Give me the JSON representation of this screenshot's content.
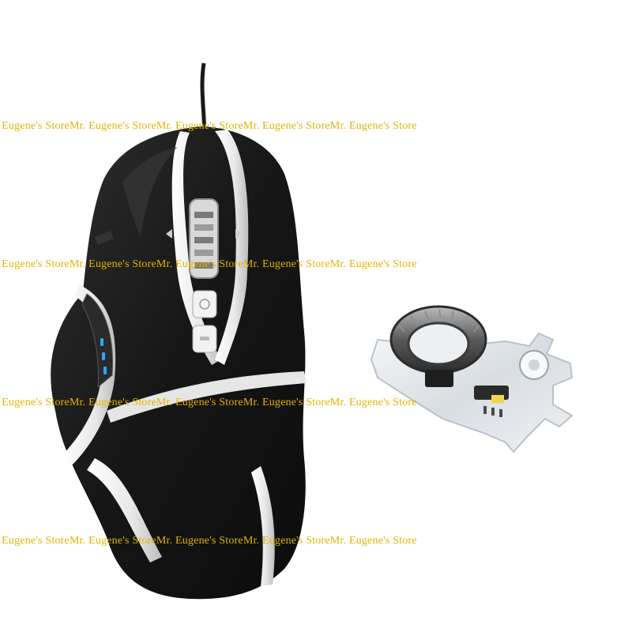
{
  "watermark": {
    "text": "Mr. Eugene's StoreMr. Eugene's StoreMr. Eugene's StoreMr. Eugene's StoreMr. Eugene's Store",
    "color": "#e2b400"
  },
  "scene": {
    "items": [
      "gaming-mouse",
      "scroll-wheel-assembly"
    ],
    "colors": {
      "mouse_body": "#1c1c1c",
      "trim": "#ffffff",
      "led": "#2aa8ff",
      "background": "#ffffff"
    }
  }
}
